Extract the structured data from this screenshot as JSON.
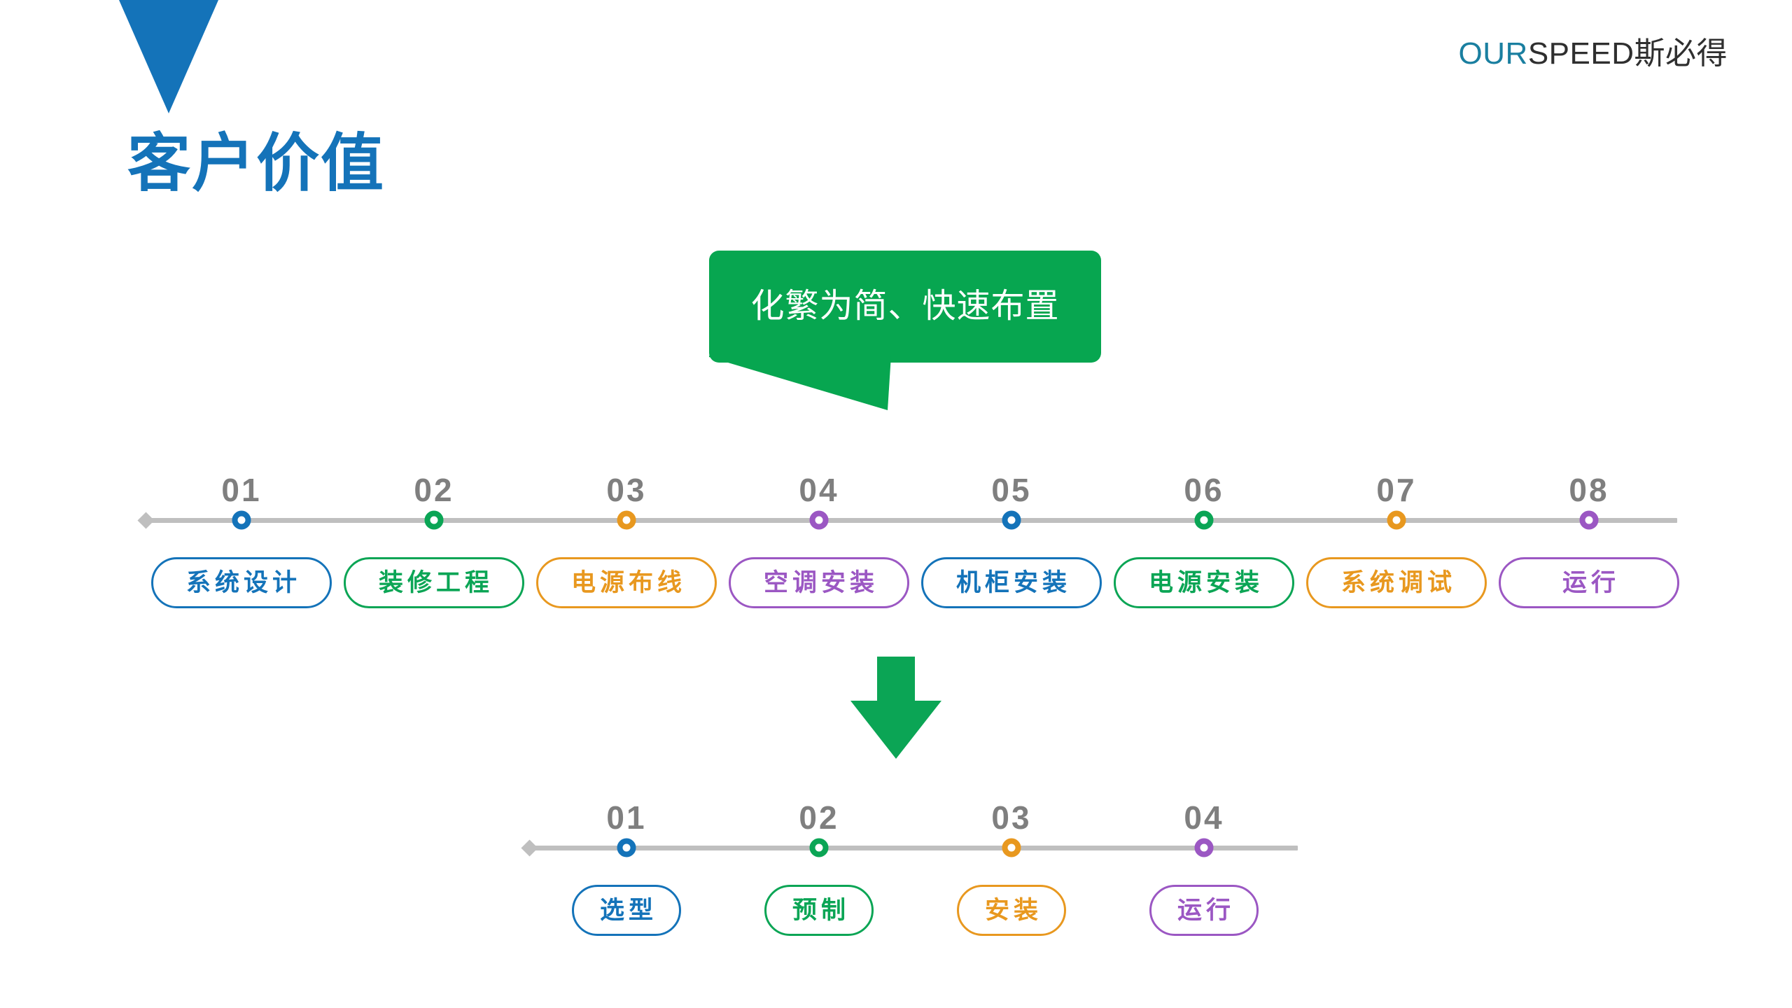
{
  "brand": {
    "highlight": "OUR",
    "rest": "SPEED斯必得",
    "highlight_color": "#1a7fa0",
    "rest_color": "#2f2f2f"
  },
  "page_title": "客户价值",
  "title_color": "#1473b9",
  "callout": {
    "text": "化繁为简、快速布置",
    "background": "#07a650",
    "text_color": "#ffffff"
  },
  "palette": {
    "blue": "#1473b9",
    "green": "#0ba555",
    "orange": "#e8981f",
    "purple": "#9b57c3",
    "number_gray": "#7f7f7f",
    "line_gray": "#bfbfbf"
  },
  "timeline_before": {
    "nodes": [
      {
        "number": "01",
        "label": "系统设计",
        "color": "#1473b9"
      },
      {
        "number": "02",
        "label": "装修工程",
        "color": "#0ba555"
      },
      {
        "number": "03",
        "label": "电源布线",
        "color": "#e8981f"
      },
      {
        "number": "04",
        "label": "空调安装",
        "color": "#9b57c3"
      },
      {
        "number": "05",
        "label": "机柜安装",
        "color": "#1473b9"
      },
      {
        "number": "06",
        "label": "电源安装",
        "color": "#0ba555"
      },
      {
        "number": "07",
        "label": "系统调试",
        "color": "#e8981f"
      },
      {
        "number": "08",
        "label": "运行",
        "color": "#9b57c3"
      }
    ]
  },
  "timeline_after": {
    "nodes": [
      {
        "number": "01",
        "label": "选型",
        "color": "#1473b9"
      },
      {
        "number": "02",
        "label": "预制",
        "color": "#0ba555"
      },
      {
        "number": "03",
        "label": "安装",
        "color": "#e8981f"
      },
      {
        "number": "04",
        "label": "运行",
        "color": "#9b57c3"
      }
    ]
  },
  "transform_arrow": {
    "icon": "arrow-down-icon",
    "color": "#0ba555"
  }
}
